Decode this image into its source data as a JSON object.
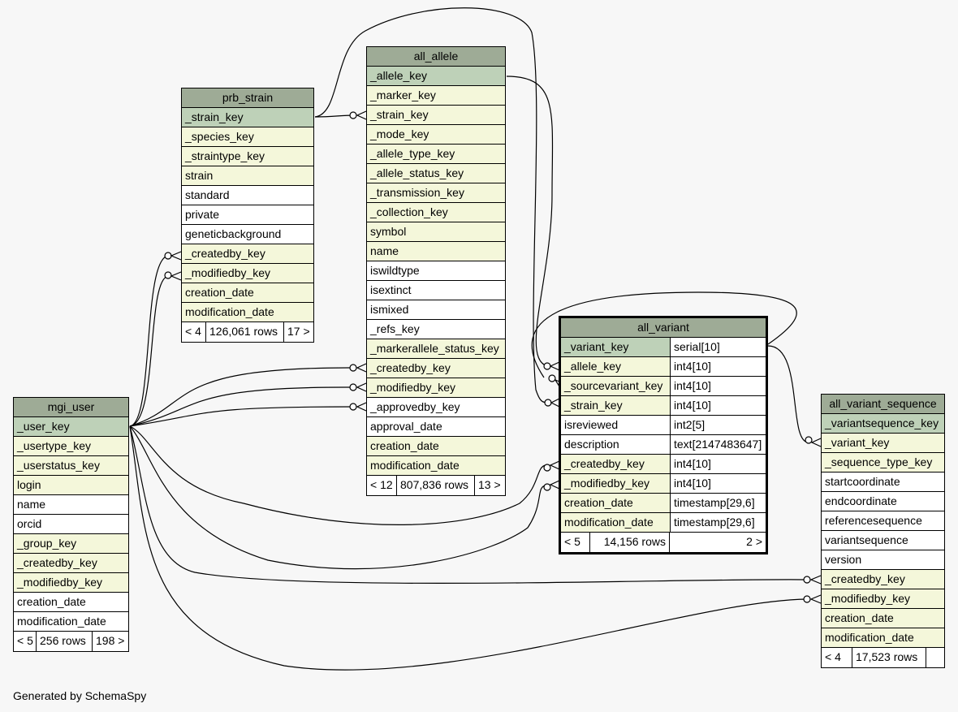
{
  "footer": "Generated by SchemaSpy",
  "tables": {
    "prb_strain": {
      "name": "prb_strain",
      "columns": [
        {
          "name": "_strain_key",
          "kind": "pk"
        },
        {
          "name": "_species_key",
          "kind": "fk"
        },
        {
          "name": "_straintype_key",
          "kind": "fk"
        },
        {
          "name": "strain",
          "kind": "fk"
        },
        {
          "name": "standard",
          "kind": "plain"
        },
        {
          "name": "private",
          "kind": "plain"
        },
        {
          "name": "geneticbackground",
          "kind": "plain"
        },
        {
          "name": "_createdby_key",
          "kind": "fk"
        },
        {
          "name": "_modifiedby_key",
          "kind": "fk"
        },
        {
          "name": "creation_date",
          "kind": "fk"
        },
        {
          "name": "modification_date",
          "kind": "fk"
        }
      ],
      "footer": {
        "parents": "< 4",
        "rows": "126,061 rows",
        "children": "17 >"
      }
    },
    "all_allele": {
      "name": "all_allele",
      "columns": [
        {
          "name": "_allele_key",
          "kind": "pk"
        },
        {
          "name": "_marker_key",
          "kind": "fk"
        },
        {
          "name": "_strain_key",
          "kind": "fk"
        },
        {
          "name": "_mode_key",
          "kind": "fk"
        },
        {
          "name": "_allele_type_key",
          "kind": "fk"
        },
        {
          "name": "_allele_status_key",
          "kind": "fk"
        },
        {
          "name": "_transmission_key",
          "kind": "fk"
        },
        {
          "name": "_collection_key",
          "kind": "fk"
        },
        {
          "name": "symbol",
          "kind": "fk"
        },
        {
          "name": "name",
          "kind": "fk"
        },
        {
          "name": "iswildtype",
          "kind": "plain"
        },
        {
          "name": "isextinct",
          "kind": "plain"
        },
        {
          "name": "ismixed",
          "kind": "plain"
        },
        {
          "name": "_refs_key",
          "kind": "plain"
        },
        {
          "name": "_markerallele_status_key",
          "kind": "fk"
        },
        {
          "name": "_createdby_key",
          "kind": "fk"
        },
        {
          "name": "_modifiedby_key",
          "kind": "fk"
        },
        {
          "name": "_approvedby_key",
          "kind": "plain"
        },
        {
          "name": "approval_date",
          "kind": "plain"
        },
        {
          "name": "creation_date",
          "kind": "fk"
        },
        {
          "name": "modification_date",
          "kind": "fk"
        }
      ],
      "footer": {
        "parents": "< 12",
        "rows": "807,836 rows",
        "children": "13 >"
      }
    },
    "mgi_user": {
      "name": "mgi_user",
      "columns": [
        {
          "name": "_user_key",
          "kind": "pk"
        },
        {
          "name": "_usertype_key",
          "kind": "fk"
        },
        {
          "name": "_userstatus_key",
          "kind": "fk"
        },
        {
          "name": "login",
          "kind": "fk"
        },
        {
          "name": "name",
          "kind": "plain"
        },
        {
          "name": "orcid",
          "kind": "plain"
        },
        {
          "name": "_group_key",
          "kind": "fk"
        },
        {
          "name": "_createdby_key",
          "kind": "fk"
        },
        {
          "name": "_modifiedby_key",
          "kind": "fk"
        },
        {
          "name": "creation_date",
          "kind": "plain"
        },
        {
          "name": "modification_date",
          "kind": "plain"
        }
      ],
      "footer": {
        "parents": "< 5",
        "rows": "256 rows",
        "children": "198 >"
      }
    },
    "all_variant": {
      "name": "all_variant",
      "columns": [
        {
          "name": "_variant_key",
          "type": "serial[10]",
          "kind": "pk"
        },
        {
          "name": "_allele_key",
          "type": "int4[10]",
          "kind": "fk"
        },
        {
          "name": "_sourcevariant_key",
          "type": "int4[10]",
          "kind": "fk"
        },
        {
          "name": "_strain_key",
          "type": "int4[10]",
          "kind": "fk"
        },
        {
          "name": "isreviewed",
          "type": "int2[5]",
          "kind": "plain"
        },
        {
          "name": "description",
          "type": "text[2147483647]",
          "kind": "plain"
        },
        {
          "name": "_createdby_key",
          "type": "int4[10]",
          "kind": "fk"
        },
        {
          "name": "_modifiedby_key",
          "type": "int4[10]",
          "kind": "fk"
        },
        {
          "name": "creation_date",
          "type": "timestamp[29,6]",
          "kind": "fk"
        },
        {
          "name": "modification_date",
          "type": "timestamp[29,6]",
          "kind": "fk"
        }
      ],
      "footer": {
        "parents": "< 5",
        "rows": "14,156 rows",
        "children": "2 >"
      }
    },
    "all_variant_sequence": {
      "name": "all_variant_sequence",
      "columns": [
        {
          "name": "_variantsequence_key",
          "kind": "pk"
        },
        {
          "name": "_variant_key",
          "kind": "fk"
        },
        {
          "name": "_sequence_type_key",
          "kind": "fk"
        },
        {
          "name": "startcoordinate",
          "kind": "plain"
        },
        {
          "name": "endcoordinate",
          "kind": "plain"
        },
        {
          "name": "referencesequence",
          "kind": "plain"
        },
        {
          "name": "variantsequence",
          "kind": "plain"
        },
        {
          "name": "version",
          "kind": "plain"
        },
        {
          "name": "_createdby_key",
          "kind": "fk"
        },
        {
          "name": "_modifiedby_key",
          "kind": "fk"
        },
        {
          "name": "creation_date",
          "kind": "fk"
        },
        {
          "name": "modification_date",
          "kind": "fk"
        }
      ],
      "footer": {
        "parents": "< 4",
        "rows": "17,523 rows",
        "children": ""
      }
    }
  },
  "colors": {
    "header": "#9eab96",
    "primary_key": "#bed1b8",
    "foreign_key": "#f4f7da",
    "plain": "#ffffff",
    "background": "#f7f7f7"
  }
}
